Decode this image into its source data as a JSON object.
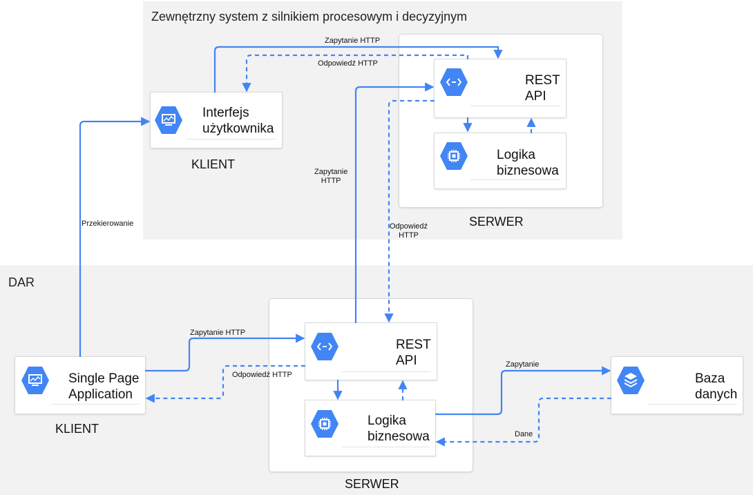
{
  "external_system": {
    "title": "Zewnętrzny system z silnikiem procesowym i decyzyjnym",
    "client_card": {
      "label": "Interfejs\nużytkownika",
      "icon": "monitor-icon"
    },
    "client_caption": "KLIENT",
    "server_caption": "SERWER",
    "rest_card": {
      "label": "REST\nAPI",
      "icon": "api-icon"
    },
    "logic_card": {
      "label": "Logika\nbiznesowa",
      "icon": "chip-icon"
    }
  },
  "dar": {
    "title": "DAR",
    "spa_card": {
      "label": "Single Page\nApplication",
      "icon": "monitor-icon"
    },
    "client_caption": "KLIENT",
    "server_caption": "SERWER",
    "rest_card": {
      "label": "REST\nAPI",
      "icon": "api-icon"
    },
    "logic_card": {
      "label": "Logika\nbiznesowa",
      "icon": "chip-icon"
    },
    "db_card": {
      "label": "Baza\ndanych",
      "icon": "database-icon"
    }
  },
  "edge_labels": {
    "ext_http_request": "Zapytanie HTTP",
    "ext_http_response": "Odpowiedź HTTP",
    "cross_http_request": "Zapytanie\nHTTP",
    "cross_http_response": "Odpowiedź\nHTTP",
    "redirect": "Przekierowanie",
    "dar_http_request": "Zapytanie HTTP",
    "dar_http_response": "Odpowiedź HTTP",
    "db_query": "Zapytanie",
    "db_data": "Dane"
  },
  "colors": {
    "icon_blue": "#4285f4",
    "arrow_blue": "#4284f3",
    "zone_gray": "#f2f2f2"
  }
}
